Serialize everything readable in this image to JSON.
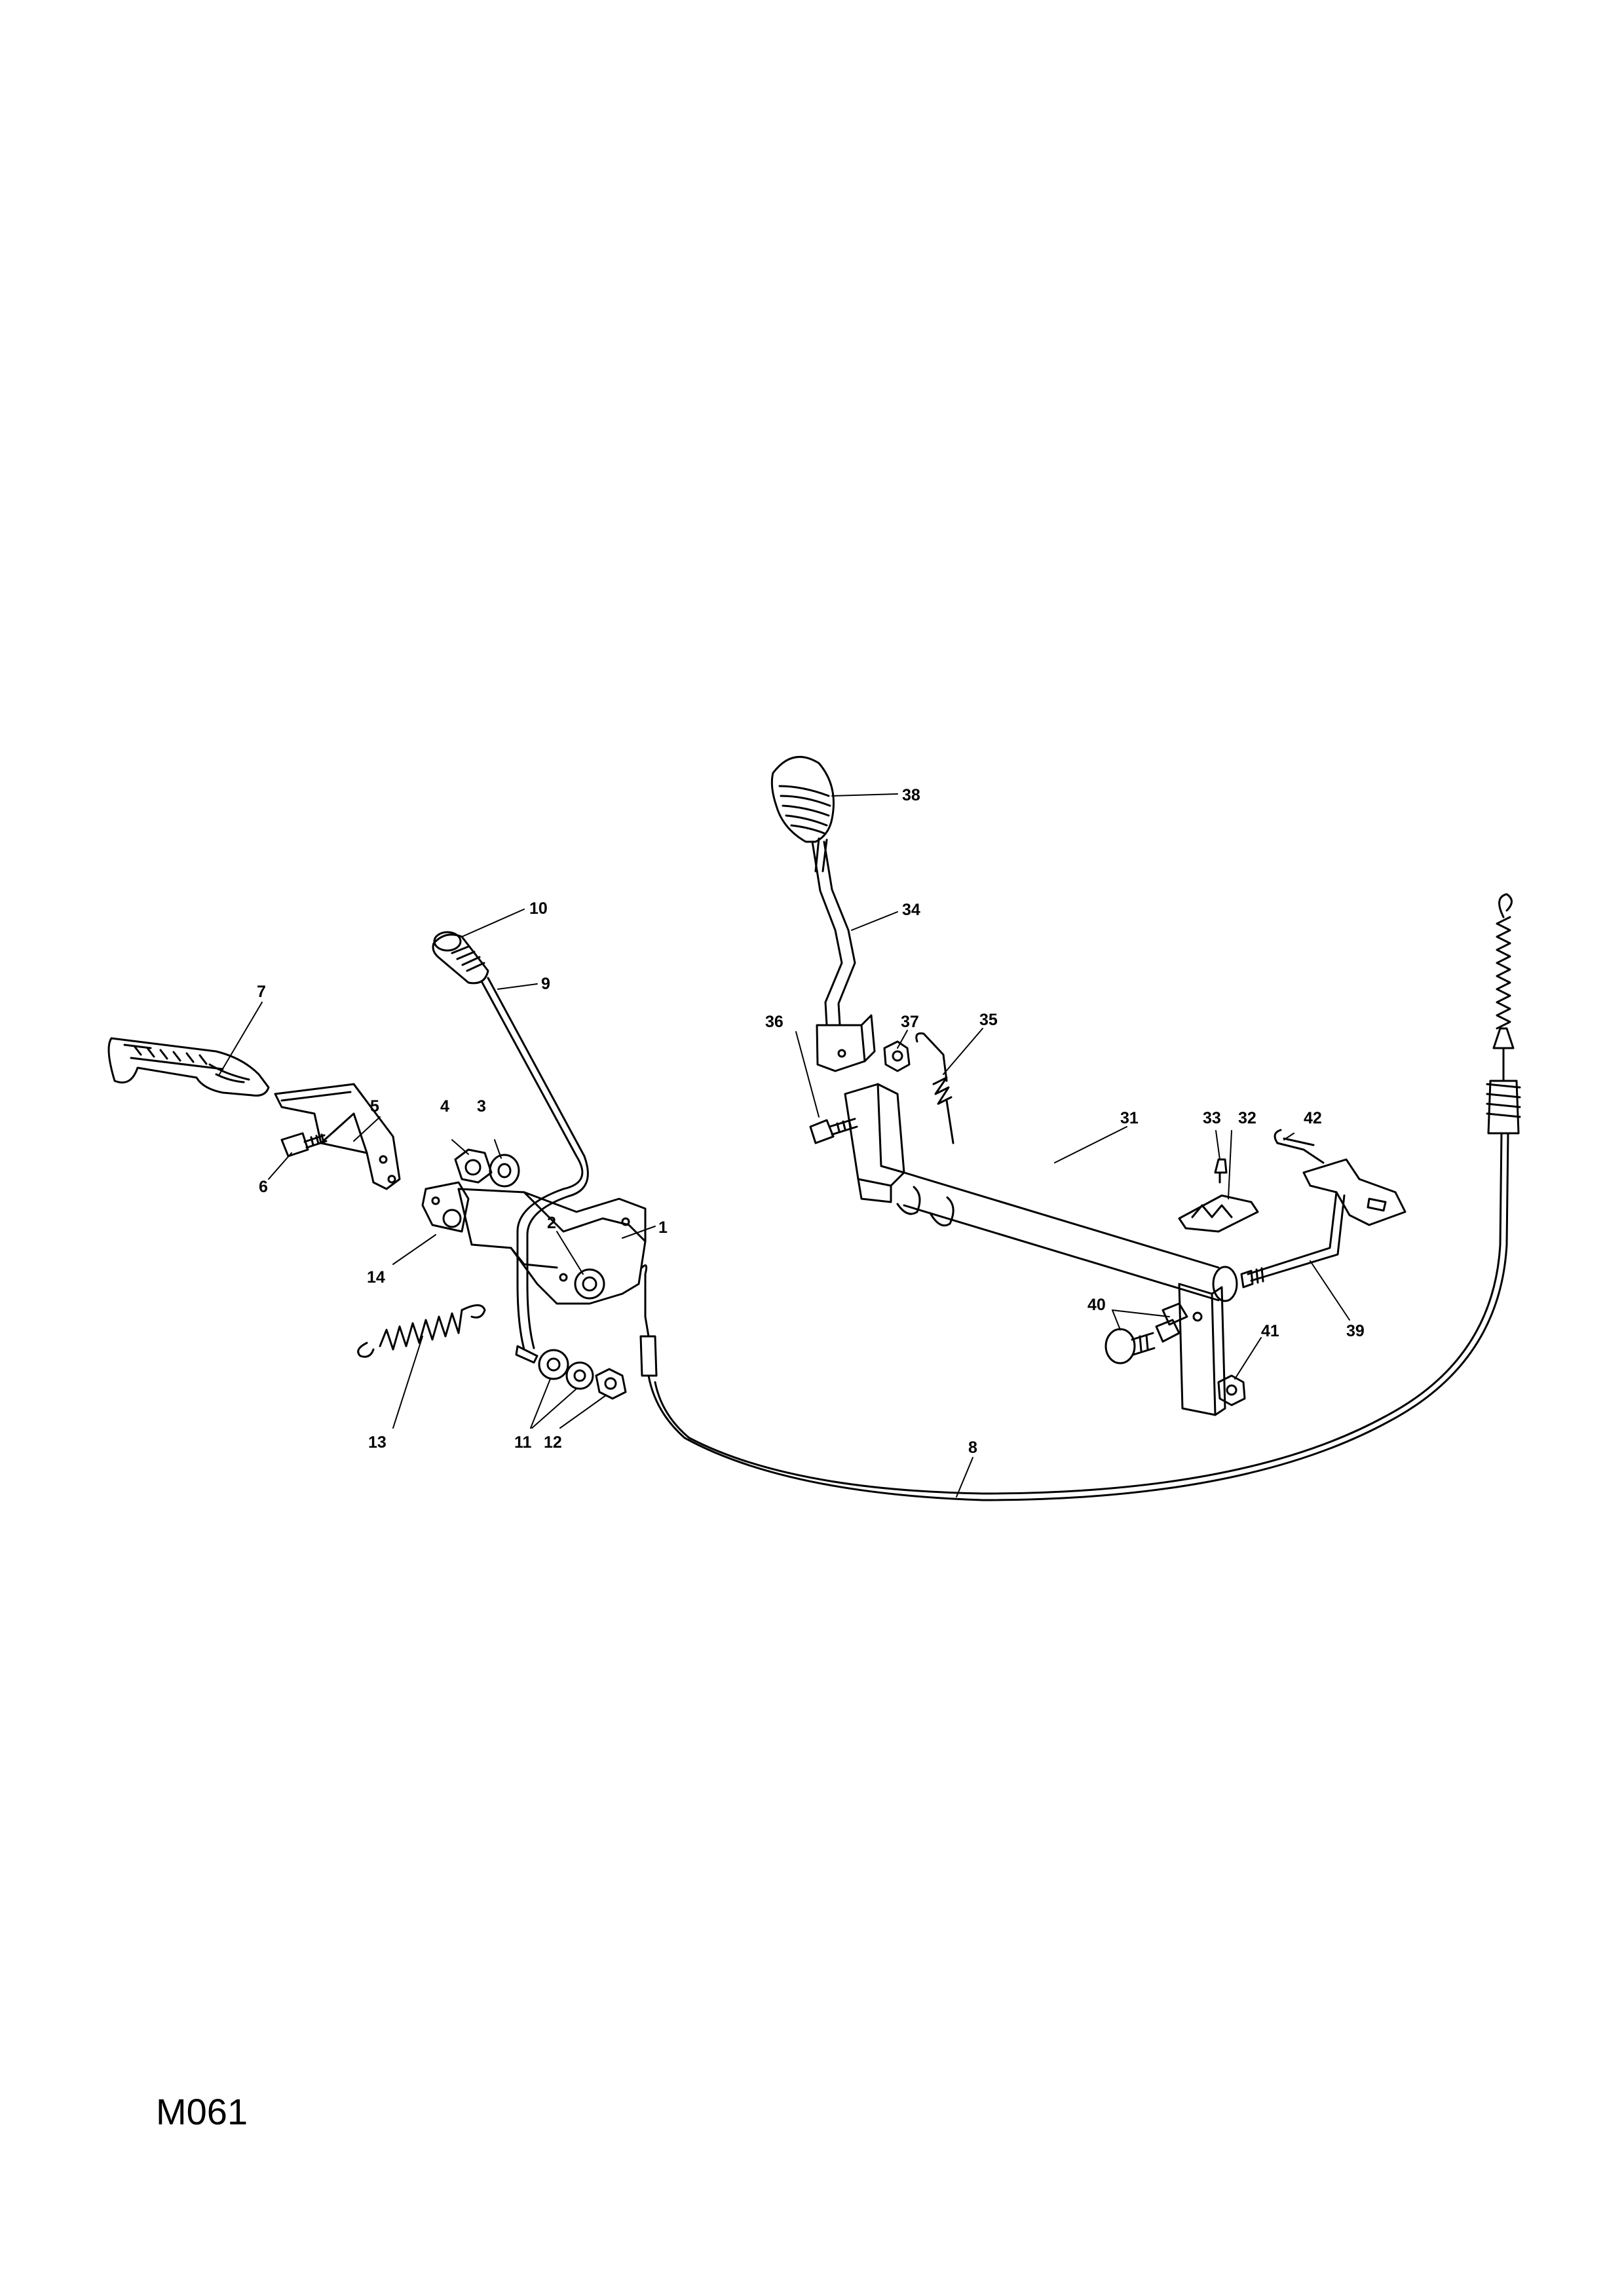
{
  "sheet_code": "M061",
  "callouts": [
    "38",
    "34",
    "10",
    "9",
    "7",
    "36",
    "37",
    "35",
    "5",
    "4",
    "3",
    "31",
    "33",
    "32",
    "42",
    "6",
    "2",
    "1",
    "14",
    "40",
    "39",
    "41",
    "13",
    "11",
    "12",
    "8"
  ]
}
